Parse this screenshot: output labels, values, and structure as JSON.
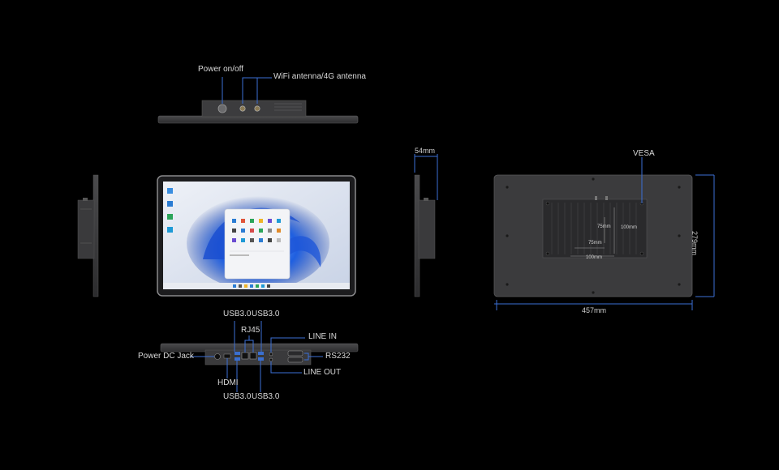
{
  "top_view": {
    "power_label": "Power on/off",
    "antenna_label": "WiFi antenna/4G antenna"
  },
  "depth_view": {
    "depth_label": "54mm"
  },
  "rear_view": {
    "vesa_label": "VESA",
    "width_label": "457mm",
    "height_label": "279mm",
    "vesa_h_inner": "75mm",
    "vesa_h_outer": "100mm",
    "vesa_w_inner": "75mm",
    "vesa_w_outer": "100mm"
  },
  "bottom_view": {
    "usb_top_left": "USB3.0",
    "usb_top_right": "USB3.0",
    "rj45": "RJ45",
    "line_in": "LINE IN",
    "power_dc": "Power DC Jack",
    "rs232": "RS232",
    "hdmi": "HDMI",
    "line_out": "LINE OUT",
    "usb_bottom_left": "USB3.0",
    "usb_bottom_right": "USB3.0"
  },
  "colors": {
    "background": "#000000",
    "body": "#3a3a3c",
    "leader_line": "#3b6fd6",
    "label_text": "#d9d9d9"
  }
}
